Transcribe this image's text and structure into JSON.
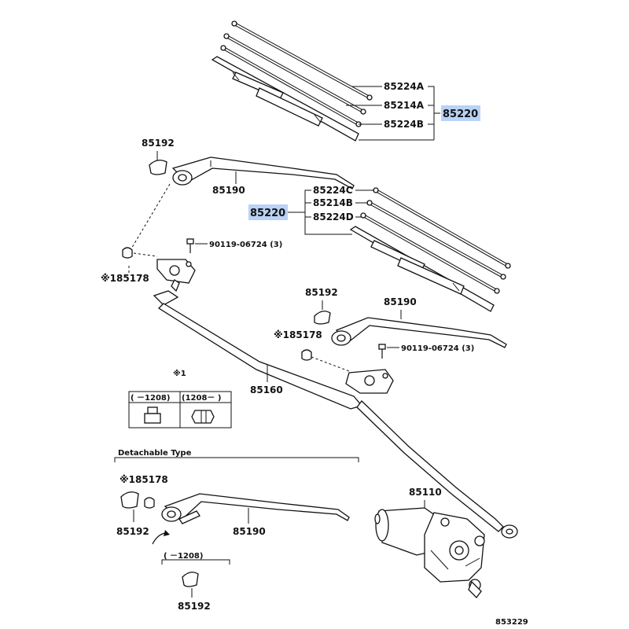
{
  "labels": {
    "blade_front_rubber_a": "85224A",
    "blade_front_refill_a": "85214A",
    "blade_front_rubber_b": "85224B",
    "blade_front_assy": "85220",
    "cap_upper": "85192",
    "arm_upper": "85190",
    "blade_rear_rubber_c": "85224C",
    "blade_rear_refill_b": "85214B",
    "blade_rear_rubber_d": "85224D",
    "blade_rear_assy": "85220",
    "bolt_upper": "90119-06724 (3)",
    "nut_upper": "※185178",
    "cap_middle": "85192",
    "arm_middle": "85190",
    "nut_middle": "※185178",
    "bolt_middle": "90119-06724 (3)",
    "link_assy": "85160",
    "motor_assy": "85110",
    "note_mark": "※1",
    "note_col_left": "(    －1208)",
    "note_col_right": "(1208－    )",
    "detachable_title": "Detachable Type",
    "nut_lower": "※185178",
    "cap_lower": "85192",
    "arm_lower": "85190",
    "lower_period": "(    －1208)",
    "cap_bottom": "85192",
    "diagram_id": "853229"
  },
  "colors": {
    "highlight": "#b9d2f5",
    "ink": "#111111"
  }
}
